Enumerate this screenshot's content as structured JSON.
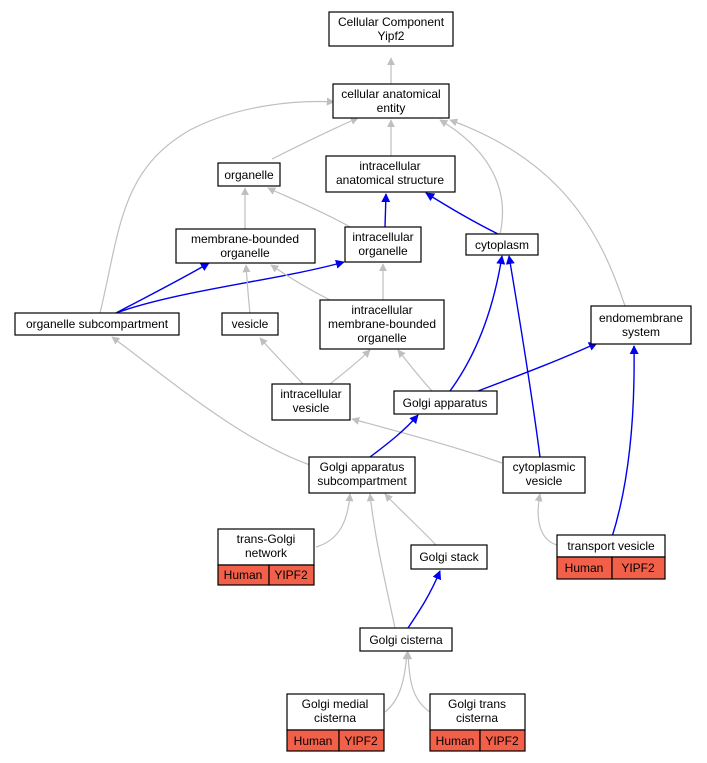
{
  "colors": {
    "is_a_edge": "#bfbfbf",
    "part_of_edge": "#0000ee",
    "annotation_badge": "#f26049",
    "node_border": "#000000"
  },
  "nodes": {
    "root": {
      "line1": "Cellular Component",
      "line2": "Yipf2"
    },
    "cae": {
      "line1": "cellular anatomical",
      "line2": "entity"
    },
    "organelle": {
      "line1": "organelle"
    },
    "ias": {
      "line1": "intracellular",
      "line2": "anatomical structure"
    },
    "mbo": {
      "line1": "membrane-bounded",
      "line2": "organelle"
    },
    "io": {
      "line1": "intracellular",
      "line2": "organelle"
    },
    "cytoplasm": {
      "line1": "cytoplasm"
    },
    "endomembrane": {
      "line1": "endomembrane",
      "line2": "system"
    },
    "orgsub": {
      "line1": "organelle subcompartment"
    },
    "vesicle": {
      "line1": "vesicle"
    },
    "imbo": {
      "line1": "intracellular",
      "line2": "membrane-bounded",
      "line3": "organelle"
    },
    "iv": {
      "line1": "intracellular",
      "line2": "vesicle"
    },
    "golgi": {
      "line1": "Golgi apparatus"
    },
    "gas": {
      "line1": "Golgi apparatus",
      "line2": "subcompartment"
    },
    "cytovesicle": {
      "line1": "cytoplasmic",
      "line2": "vesicle"
    },
    "tgn": {
      "line1": "trans-Golgi",
      "line2": "network",
      "species": "Human",
      "gene": "YIPF2"
    },
    "transport": {
      "line1": "transport vesicle",
      "species": "Human",
      "gene": "YIPF2"
    },
    "gstack": {
      "line1": "Golgi stack"
    },
    "gcist": {
      "line1": "Golgi cisterna"
    },
    "gmedial": {
      "line1": "Golgi medial",
      "line2": "cisterna",
      "species": "Human",
      "gene": "YIPF2"
    },
    "gtrans": {
      "line1": "Golgi trans",
      "line2": "cisterna",
      "species": "Human",
      "gene": "YIPF2"
    }
  }
}
